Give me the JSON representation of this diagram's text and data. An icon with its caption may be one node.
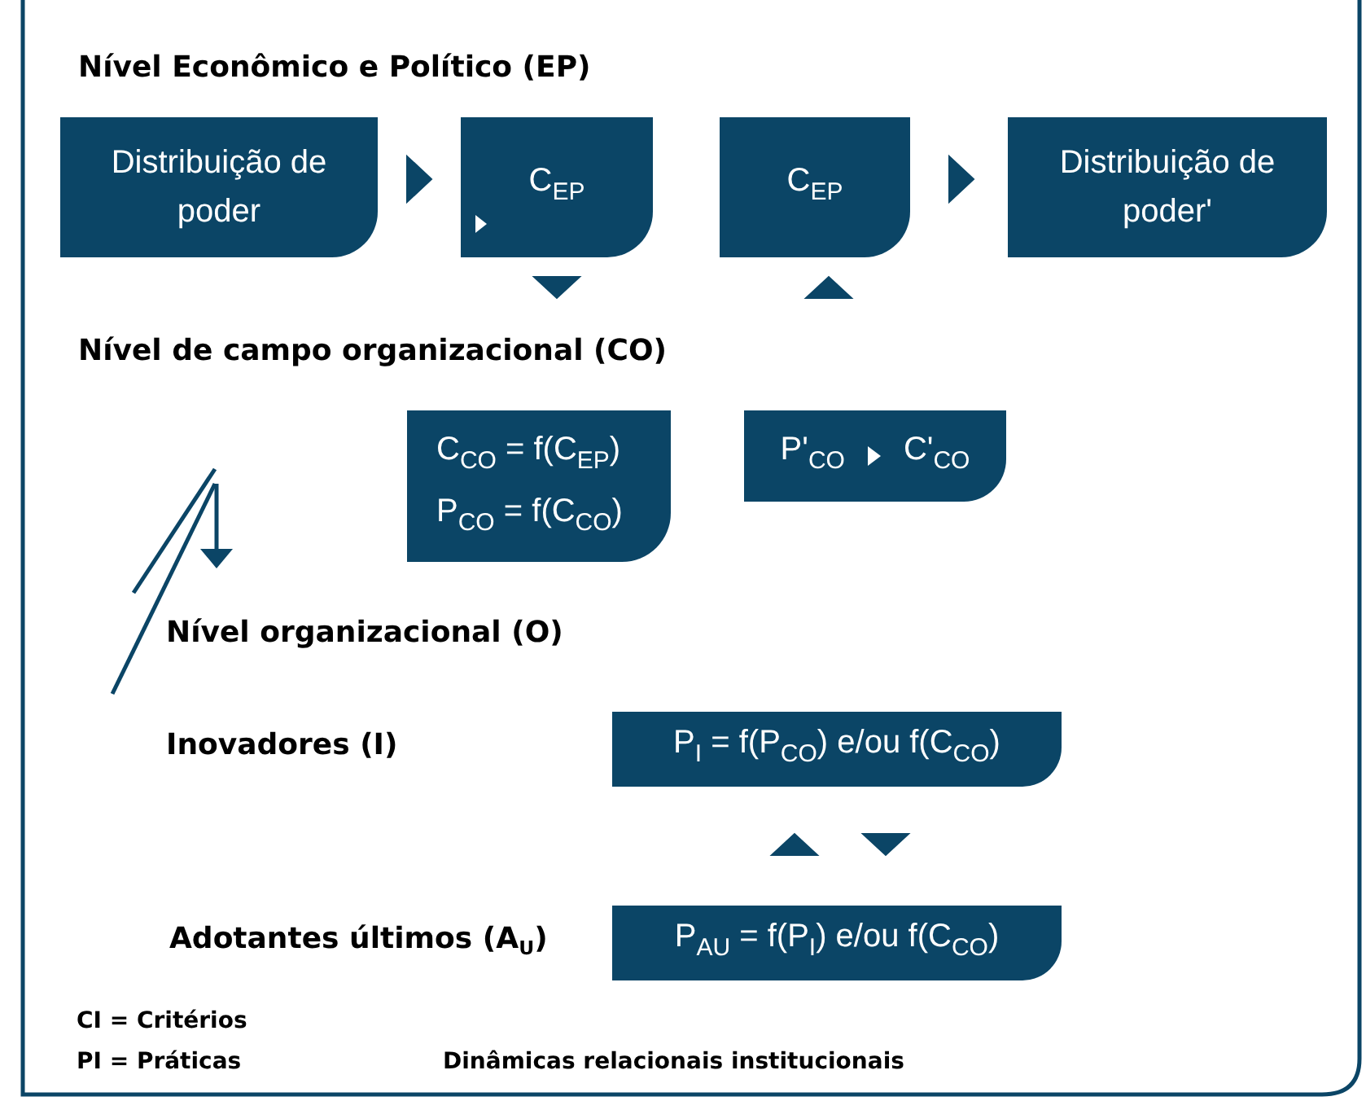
{
  "diagram": {
    "nodes": [
      {
        "text": [
          "Distribuição de poder"
        ]
      },
      {
        "text": [
          "C$_{EP}$"
        ]
      },
      {
        "text": [
          "C$_{EP}$"
        ]
      },
      {
        "text": [
          "Distribuição de poder'"
        ]
      },
      {
        "text": [
          "C$_{CO}$ = f(C$_{EP}$)",
          "P$_{CO}$ = f(C$_{CO}$)"
        ]
      },
      {
        "text": [
          "P'$_{CO}$",
          "C'$_{CO}$"
        ]
      },
      {
        "text": [
          "P$_{I}$ = f(P$_{CO}$) e/ou f(C$_{CO}$)"
        ]
      },
      {
        "text": [
          "P$_{AU}$ = f(P$_{I}$) e/ou f(C$_{CO}$)"
        ]
      }
    ],
    "edges": [
      {
        "from": 0,
        "to": 1,
        "arrow": "to"
      },
      {
        "from": 2,
        "to": 3,
        "arrow": "to"
      },
      {
        "from": 1,
        "to": null,
        "arrow": "to"
      },
      {
        "from": null,
        "to": 2,
        "arrow": "to"
      },
      {
        "from": 7,
        "to": 6,
        "arrow": "to"
      },
      {
        "from": 6,
        "to": 7,
        "arrow": "to"
      }
    ],
    "labels": [
      "Nível Econômico e Político (EP)",
      "Nível de campo organizacional (CO)",
      "Nível organizacional (O)",
      "Inovadores (I)",
      "Adotantes últimos (A$_{U}$)",
      "CI = Critérios",
      "PI = Práticas",
      "Dinâmicas relacionais institucionais"
    ]
  }
}
